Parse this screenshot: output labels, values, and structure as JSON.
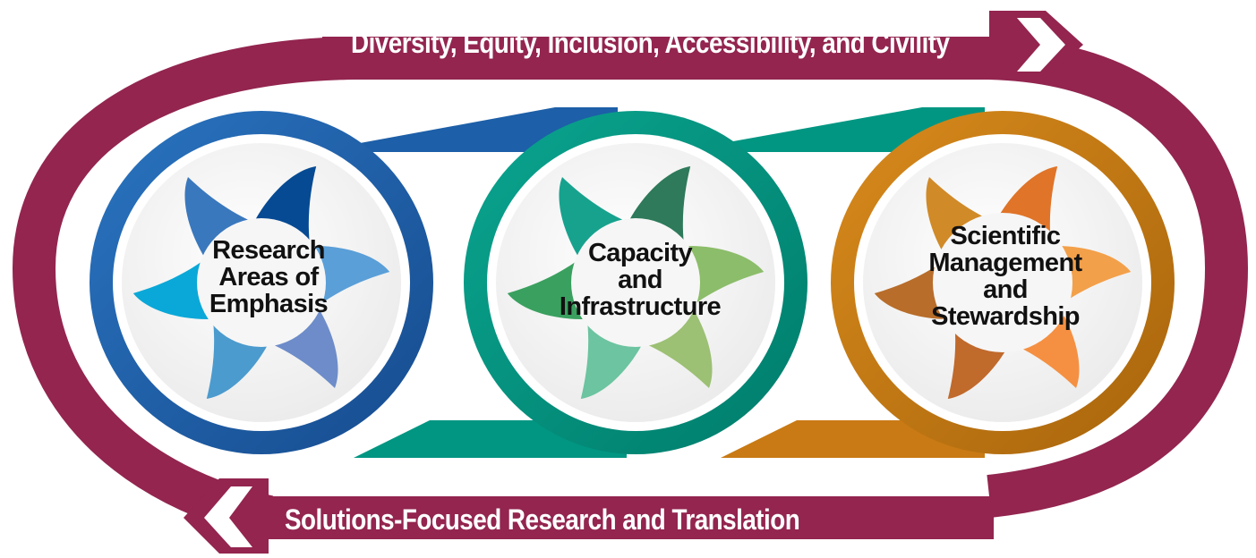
{
  "top_banner": {
    "text": "Diversity, Equity, Inclusion, Accessibility, and Civility"
  },
  "bottom_banner": {
    "text": "Solutions-Focused Research and Translation"
  },
  "circles": [
    {
      "lines": [
        "Research",
        "Areas of",
        "Emphasis"
      ],
      "ring_color": "#1d5fa8"
    },
    {
      "lines": [
        "Capacity",
        "and",
        "Infrastructure"
      ],
      "ring_color": "#009682"
    },
    {
      "lines": [
        "Scientific",
        "Management",
        "and",
        "Stewardship"
      ],
      "ring_color": "#c97a14"
    }
  ],
  "colors": {
    "loop": "#93254f",
    "blue_ring": "#1d5fa8",
    "teal_ring": "#009682",
    "orange_ring": "#c97a14",
    "circle_fill": "#f3f3f3",
    "banner_text": "#ffffff"
  }
}
